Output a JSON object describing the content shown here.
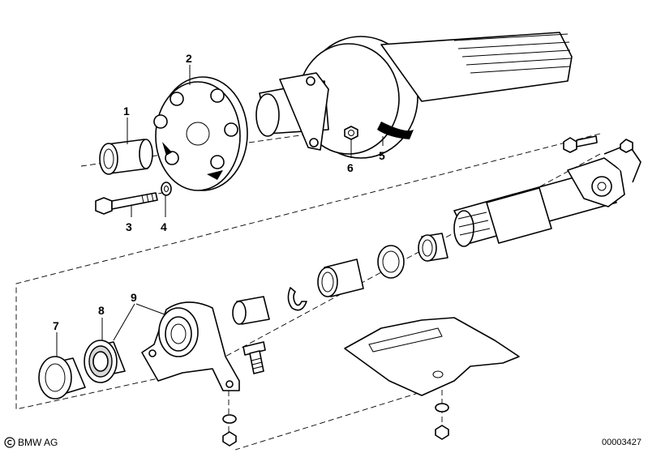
{
  "labels": {
    "p1": "1",
    "p2": "2",
    "p3": "3",
    "p4": "4",
    "p5": "5",
    "p6": "6",
    "p7": "7",
    "p8": "8",
    "p9": "9"
  },
  "footer": {
    "copyright_text": "BMW AG",
    "document_number": "00003427"
  },
  "icons": {
    "copyright": "copyright-symbol-icon"
  }
}
